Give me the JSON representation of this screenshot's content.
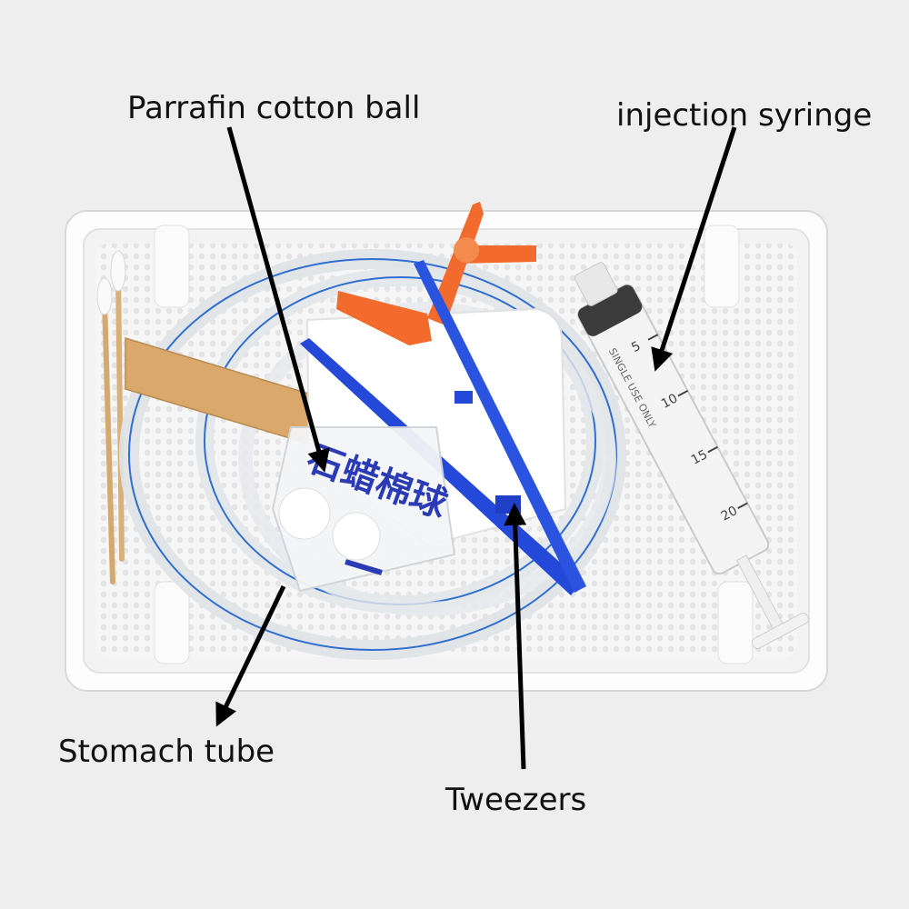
{
  "labels": {
    "cotton_ball": "Parrafin cotton ball",
    "syringe": "injection syringe",
    "stomach_tube": "Stomach tube",
    "tweezers": "Tweezers"
  },
  "package_text": "石蜡棉球",
  "syringe_text": "SINGLE USE ONLY",
  "syringe_scale": [
    "5",
    "10",
    "15",
    "20"
  ],
  "colors": {
    "background": "#eeeeee",
    "tray": "#fbfbfb",
    "tube_mark": "#2f6fd0",
    "tweezers": "#2448d8",
    "connector": "#f26b2c",
    "spatula": "#d9a86a",
    "arrow": "#000000"
  }
}
